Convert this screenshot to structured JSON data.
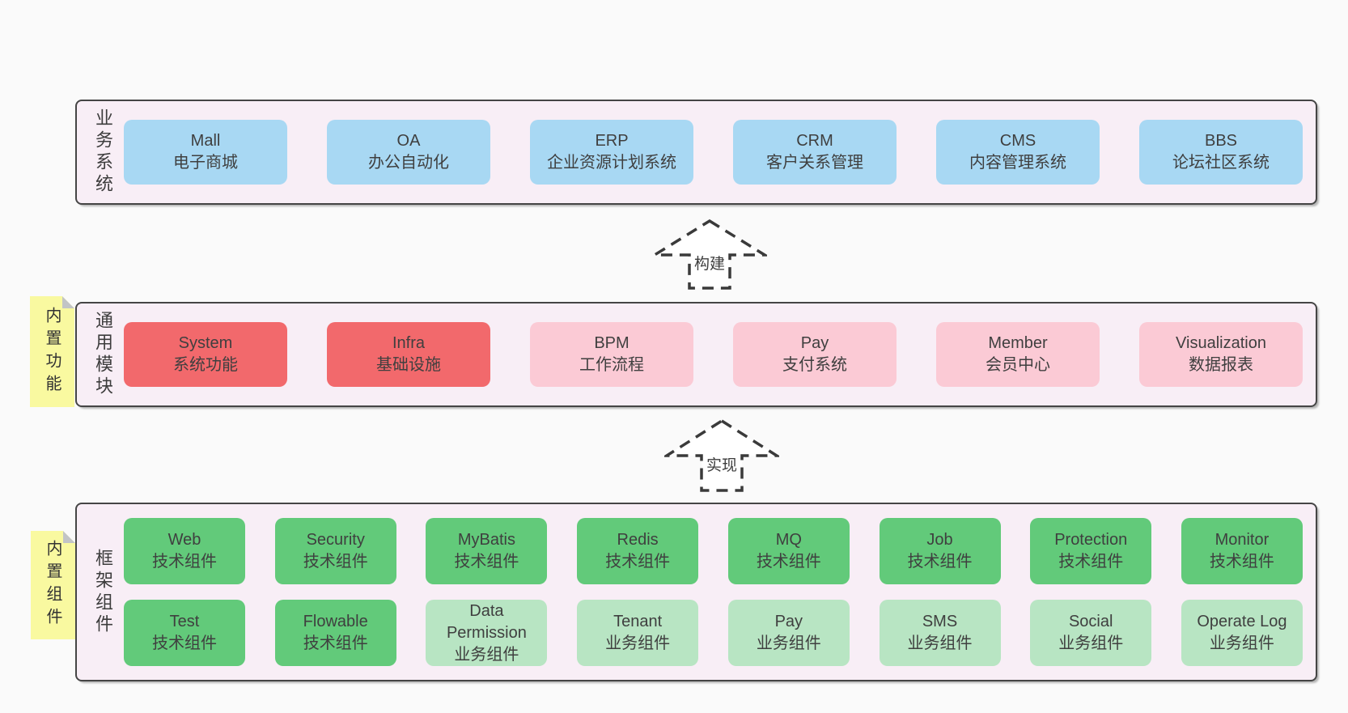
{
  "diagram": {
    "arrows": {
      "build": "构建",
      "implement": "实现"
    },
    "bands": {
      "business": {
        "label": "业务系统",
        "boxes": [
          {
            "title": "Mall",
            "subtitle": "电子商城"
          },
          {
            "title": "OA",
            "subtitle": "办公自动化"
          },
          {
            "title": "ERP",
            "subtitle": "企业资源计划系统"
          },
          {
            "title": "CRM",
            "subtitle": "客户关系管理"
          },
          {
            "title": "CMS",
            "subtitle": "内容管理系统"
          },
          {
            "title": "BBS",
            "subtitle": "论坛社区系统"
          }
        ]
      },
      "common": {
        "label": "通用模块",
        "sticky": "内置功能",
        "boxes": [
          {
            "title": "System",
            "subtitle": "系统功能"
          },
          {
            "title": "Infra",
            "subtitle": "基础设施"
          },
          {
            "title": "BPM",
            "subtitle": "工作流程"
          },
          {
            "title": "Pay",
            "subtitle": "支付系统"
          },
          {
            "title": "Member",
            "subtitle": "会员中心"
          },
          {
            "title": "Visualization",
            "subtitle": "数据报表"
          }
        ]
      },
      "framework": {
        "label": "框架组件",
        "sticky": "内置组件",
        "row1": [
          {
            "title": "Web",
            "subtitle": "技术组件"
          },
          {
            "title": "Security",
            "subtitle": "技术组件"
          },
          {
            "title": "MyBatis",
            "subtitle": "技术组件"
          },
          {
            "title": "Redis",
            "subtitle": "技术组件"
          },
          {
            "title": "MQ",
            "subtitle": "技术组件"
          },
          {
            "title": "Job",
            "subtitle": "技术组件"
          },
          {
            "title": "Protection",
            "subtitle": "技术组件"
          },
          {
            "title": "Monitor",
            "subtitle": "技术组件"
          }
        ],
        "row2": [
          {
            "title": "Test",
            "subtitle": "技术组件"
          },
          {
            "title": "Flowable",
            "subtitle": "技术组件"
          },
          {
            "title": "Data Permission",
            "subtitle": "业务组件"
          },
          {
            "title": "Tenant",
            "subtitle": "业务组件"
          },
          {
            "title": "Pay",
            "subtitle": "业务组件"
          },
          {
            "title": "SMS",
            "subtitle": "业务组件"
          },
          {
            "title": "Social",
            "subtitle": "业务组件"
          },
          {
            "title": "Operate Log",
            "subtitle": "业务组件"
          }
        ]
      }
    },
    "colors": {
      "canvas_bg": "#fafafa",
      "band_bg": "#f8eef6",
      "band_border": "#454545",
      "box_blue": "#a8d8f3",
      "box_red": "#f2696c",
      "box_pink": "#fbcad5",
      "box_green": "#62ca7a",
      "box_lightgreen": "#b8e5c3",
      "sticky_yellow": "#f9f9a0",
      "sticky_fold": "#c2c4c6",
      "text": "#3f3f3f",
      "arrow_dash": "#3a3a3a"
    }
  }
}
